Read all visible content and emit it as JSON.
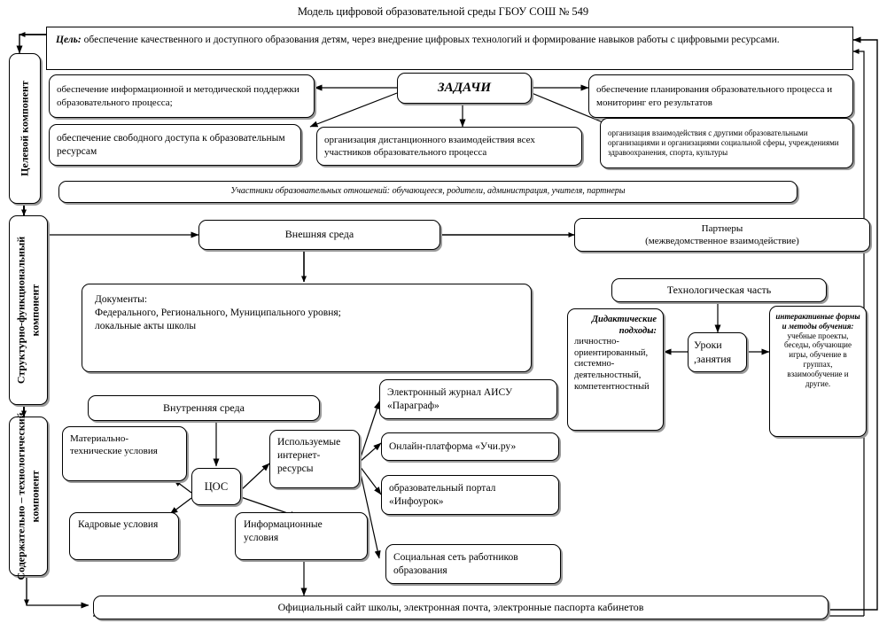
{
  "title": "Модель цифровой образовательной среды ГБОУ СОШ № 549",
  "components": {
    "target": "Целевой компонент",
    "structural": "Структурно-функциональный компонент",
    "content": "Содержательно – технологический компонент"
  },
  "goal": {
    "label": "Цель:",
    "text": " обеспечение качественного и доступного образования детям, через  внедрение цифровых технологий  и формирование навыков работы с цифровыми ресурсами."
  },
  "tasks": {
    "heading": "ЗАДАЧИ",
    "items": [
      "обеспечение информационной и методической поддержки образовательного процесса;",
      "обеспечение планирования образовательного процесса и мониторинг его результатов",
      "обеспечение свободного доступа к образовательным ресурсам",
      "организация дистанционного взаимодействия всех участников образовательного процесса",
      "организация взаимодействия с другими образовательными организациями и организациями социальной сферы, учреждениями здравоохранения, спорта, культуры"
    ]
  },
  "participants": "Участники образовательных отношений: обучающееся, родители, администрация, учителя, партнеры",
  "structural": {
    "external_env": "Внешняя среда",
    "partners": "Партнеры\n(межведомственное взаимодействие)",
    "partners_line1": "Партнеры",
    "partners_line2": "(межведомственное взаимодействие)",
    "documents_line1": "Документы:",
    "documents_line2": " Федерального, Регионального, Муниципального уровня;",
    "documents_line3": "локальные акты школы",
    "tech_part": "Технологическая часть",
    "lessons": "Уроки ,занятия",
    "didactic_heading": "Дидактические подходы:",
    "didactic_body": "личностно-ориентированный, системно-деятельностный, компетентностный",
    "interactive_heading": "интерактивные формы и методы обучения:",
    "interactive_body": "учебные проекты, беседы, обучающие игры, обучение в группах, взаимообучение и другие."
  },
  "content_section": {
    "internal_env": "Внутренняя среда",
    "material": "Материально-технические условия",
    "personnel": "Кадровые условия",
    "cos": "ЦОС",
    "internet_resources": "Используемые интернет-ресурсы",
    "information": "Информационные условия",
    "resources": [
      "Электронный журнал АИСУ «Параграф»",
      "Онлайн-платформа «Учи.ру»",
      "образовательный портал «Инфоурок»",
      "Социальная сеть работников образования"
    ]
  },
  "footer": "Официальный сайт школы, электронная почта, электронные паспорта кабинетов"
}
